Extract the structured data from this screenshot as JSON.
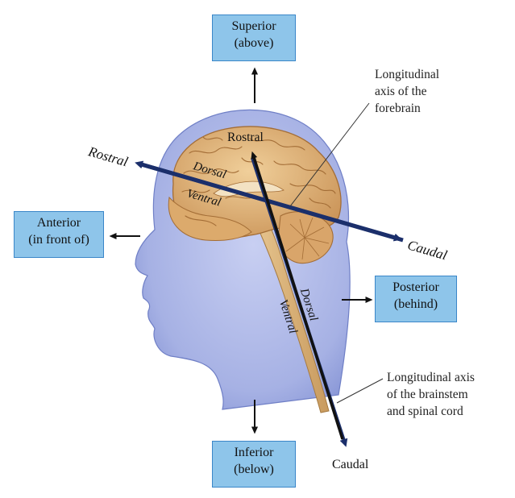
{
  "directions": {
    "superior": {
      "line1": "Superior",
      "line2": "(above)"
    },
    "inferior": {
      "line1": "Inferior",
      "line2": "(below)"
    },
    "anterior": {
      "line1": "Anterior",
      "line2": "(in front of)"
    },
    "posterior": {
      "line1": "Posterior",
      "line2": "(behind)"
    }
  },
  "forebrain_axis": {
    "rostral": "Rostral",
    "caudal": "Caudal",
    "dorsal": "Dorsal",
    "ventral": "Ventral",
    "caption": [
      "Longitudinal",
      "axis of the",
      "forebrain"
    ]
  },
  "brainstem_axis": {
    "rostral": "Rostral",
    "caudal": "Caudal",
    "dorsal": "Dorsal",
    "ventral": "Ventral",
    "caption": [
      "Longitudinal axis",
      "of the brainstem",
      "and spinal cord"
    ]
  },
  "colors": {
    "head_fill": "#a9b4e6",
    "brain_fill": "#e0b47a",
    "axis_arrow": "#1b2f6b",
    "box_fill": "#8ec5ea",
    "box_border": "#3a86c8"
  }
}
